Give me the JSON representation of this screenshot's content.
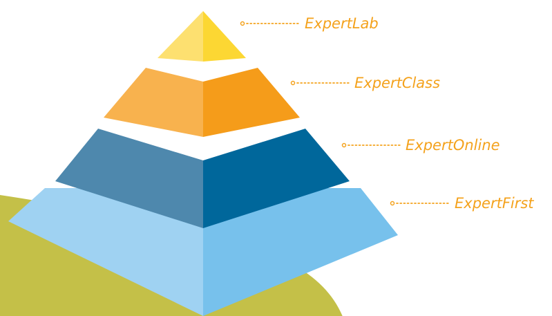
{
  "colors": {
    "background": "#ffffff",
    "ground": "#c4c048",
    "label": "#f4a21c"
  },
  "tiers": [
    {
      "label": "ExpertLab",
      "left_color": "#fde070",
      "right_color": "#fcd733"
    },
    {
      "label": "ExpertClass",
      "left_color": "#f8b24e",
      "right_color": "#f59c1a"
    },
    {
      "label": "ExpertOnline",
      "left_color": "#4e88ad",
      "right_color": "#00679b"
    },
    {
      "label": "ExpertFirst",
      "left_color": "#9fd2f2",
      "right_color": "#77c1ec"
    }
  ]
}
